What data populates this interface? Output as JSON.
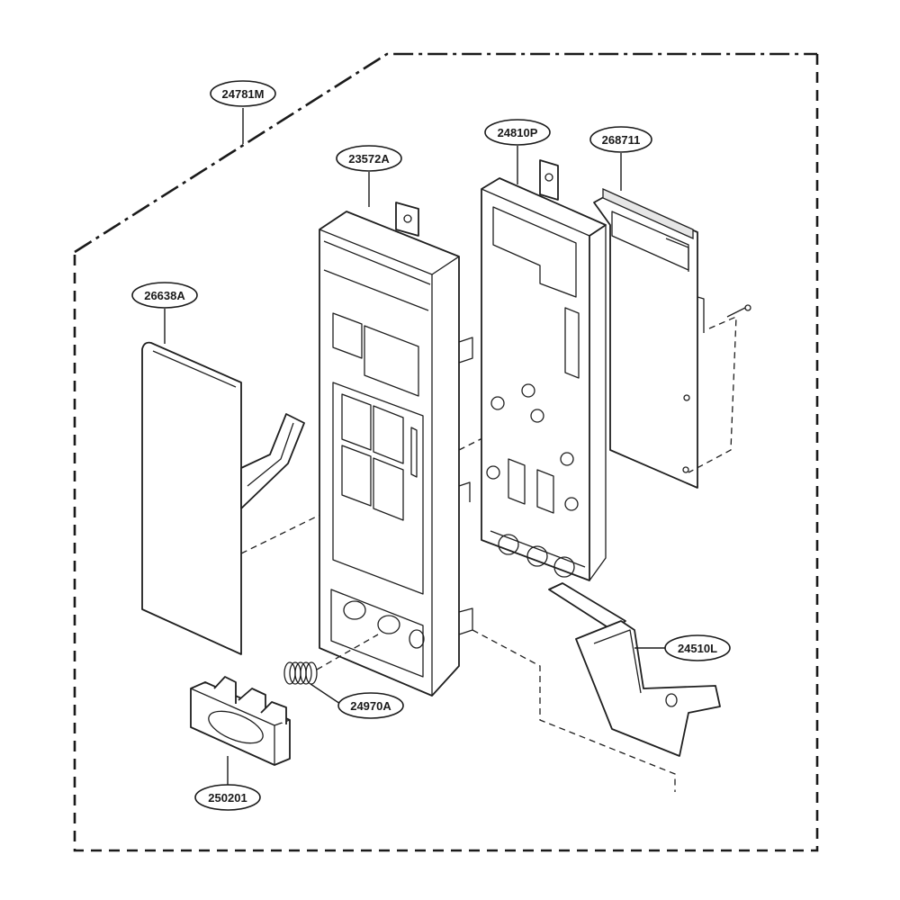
{
  "diagram": {
    "assembly_label": "24781M",
    "parts": [
      {
        "id": "24810P"
      },
      {
        "id": "268711"
      },
      {
        "id": "23572A"
      },
      {
        "id": "26638A"
      },
      {
        "id": "24510L"
      },
      {
        "id": "24970A"
      },
      {
        "id": "250201"
      }
    ]
  },
  "colors": {
    "line": "#1f1f1f",
    "background": "#ffffff",
    "shade": "#e6e6e6"
  }
}
